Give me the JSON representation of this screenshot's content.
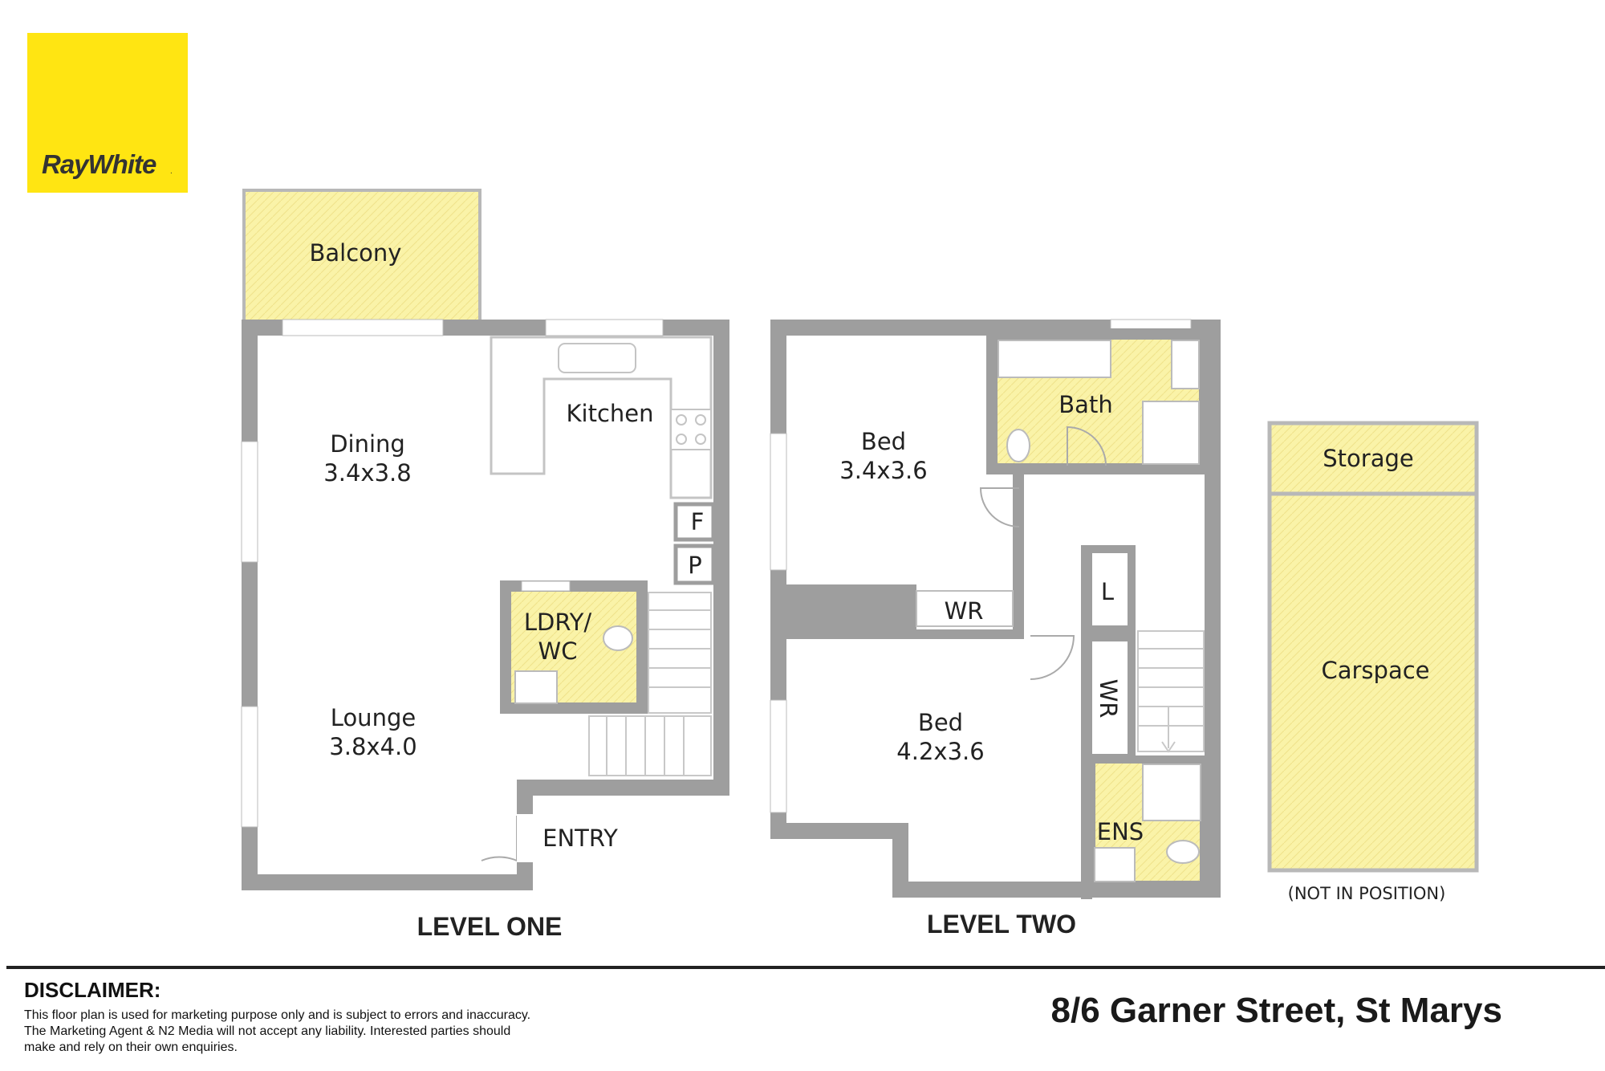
{
  "brand": {
    "logo_text": "RayWhite",
    "logo_bg": "#FFE512",
    "logo_text_color": "#333333"
  },
  "colors": {
    "wall": "#9e9e9e",
    "wet_area": "#FAF3A8",
    "outdoor": "#FAF3A8",
    "fixture": "#bdbdbd"
  },
  "level_one": {
    "title": "LEVEL ONE",
    "rooms": {
      "balcony": "Balcony",
      "dining": "Dining",
      "dining_size": "3.4x3.8",
      "kitchen": "Kitchen",
      "fridge": "F",
      "pantry": "P",
      "laundry_line1": "LDRY/",
      "laundry_line2": "WC",
      "lounge": "Lounge",
      "lounge_size": "3.8x4.0",
      "entry": "ENTRY"
    }
  },
  "level_two": {
    "title": "LEVEL TWO",
    "rooms": {
      "bed1": "Bed",
      "bed1_size": "3.4x3.6",
      "bath": "Bath",
      "linen": "L",
      "wr1": "WR",
      "wr2": "WR",
      "bed2": "Bed",
      "bed2_size": "4.2x3.6",
      "ensuite": "ENS"
    }
  },
  "outbuilding": {
    "storage": "Storage",
    "carspace": "Carspace",
    "note": "(NOT IN POSITION)"
  },
  "footer": {
    "disclaimer_title": "DISCLAIMER:",
    "disclaimer_lines": [
      "This floor plan is used for marketing purpose only and is subject to errors and inaccuracy.",
      "The Marketing Agent & N2 Media will not accept any liability. Interested parties should",
      "make and rely on their own enquiries."
    ],
    "address": "8/6 Garner Street, St Marys"
  }
}
